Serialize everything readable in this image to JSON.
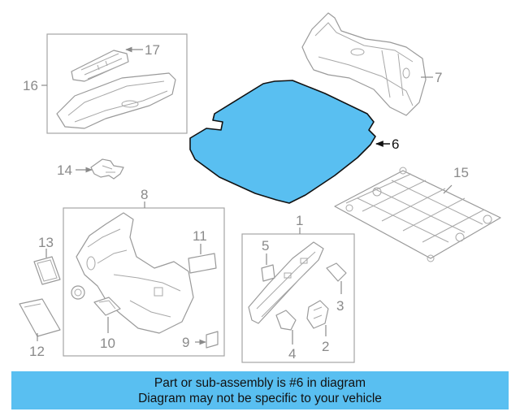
{
  "diagram": {
    "highlighted_part": "6",
    "highlight_color": "#59bff1",
    "callouts": {
      "c1": "1",
      "c2": "2",
      "c3": "3",
      "c4": "4",
      "c5": "5",
      "c6": "6",
      "c7": "7",
      "c8": "8",
      "c9": "9",
      "c10": "10",
      "c11": "11",
      "c12": "12",
      "c13": "13",
      "c14": "14",
      "c15": "15",
      "c16": "16",
      "c17": "17"
    }
  },
  "banner": {
    "line1": "Part or sub-assembly is #6 in diagram",
    "line2": "Diagram may not be specific to your vehicle",
    "color": "#59bff1"
  }
}
